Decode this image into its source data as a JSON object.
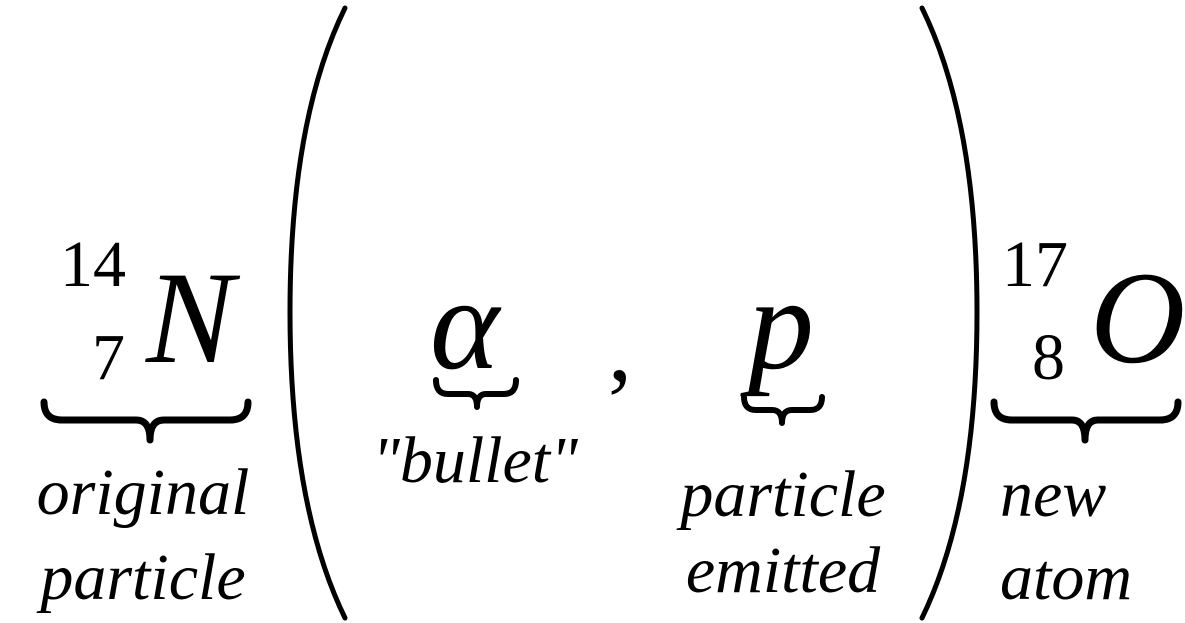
{
  "reaction": {
    "target": {
      "mass_number": "14",
      "atomic_number": "7",
      "symbol": "N",
      "label_line1": "original",
      "label_line2": "particle"
    },
    "projectile": {
      "symbol": "α",
      "label": "\"bullet\""
    },
    "separator": ",",
    "ejectile": {
      "symbol": "p",
      "label_line1": "particle",
      "label_line2": "emitted"
    },
    "product": {
      "mass_number": "17",
      "atomic_number": "8",
      "symbol": "O",
      "label_line1": "new",
      "label_line2": "atom"
    }
  }
}
